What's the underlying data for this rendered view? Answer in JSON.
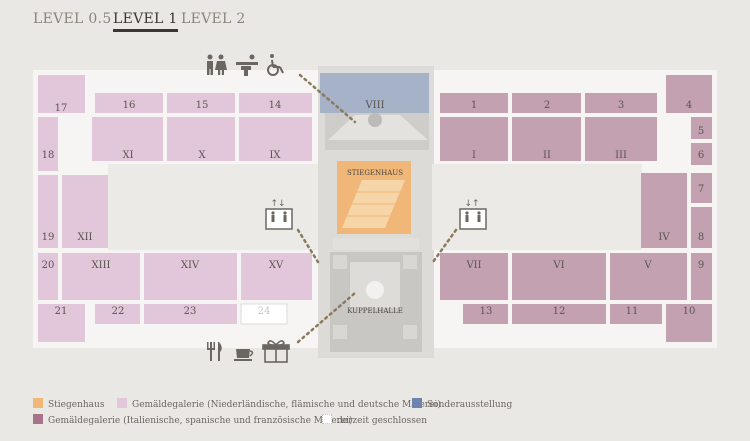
{
  "tabs": [
    {
      "label": "LEVEL 0.5",
      "active": false
    },
    {
      "label": "LEVEL 1",
      "active": true
    },
    {
      "label": "LEVEL 2",
      "active": false
    }
  ],
  "rooms": {
    "r17": "17",
    "r16": "16",
    "r15": "15",
    "r14": "14",
    "r18": "18",
    "rXI": "XI",
    "rX": "X",
    "rIX": "IX",
    "r19": "19",
    "rXII": "XII",
    "r20": "20",
    "rXIII": "XIII",
    "rXIV": "XIV",
    "rXV": "XV",
    "r21": "21",
    "r22": "22",
    "r23": "23",
    "r24": "24",
    "rVIII": "VIII",
    "r1": "1",
    "r2": "2",
    "r3": "3",
    "r4": "4",
    "rI": "I",
    "rII": "II",
    "rIII": "III",
    "r5": "5",
    "r6": "6",
    "r7": "7",
    "rIV": "IV",
    "r8": "8",
    "rVII": "VII",
    "rVI": "VI",
    "rV": "V",
    "r9": "9",
    "r13": "13",
    "r12": "12",
    "r11": "11",
    "r10": "10"
  },
  "labels": {
    "stiegenhaus": "STIEGENHAUS",
    "kuppelhalle": "KUPPELHALLE"
  },
  "icons": [
    "restroom-icon",
    "baby-changing-icon",
    "wheelchair-icon",
    "elevator-icon",
    "restaurant-icon",
    "cafe-icon",
    "gift-shop-icon"
  ],
  "colors": {
    "stiegenhaus": "#f0b779",
    "netherlandish": "#e2c6d9",
    "special": "#a6b2c8",
    "italian": "#c4a1b1",
    "closed": "#ffffff",
    "core": "#d8d6d3"
  },
  "legend": [
    {
      "label": "Stiegenhaus",
      "color": "#f0b779"
    },
    {
      "label": "Gemäldegalerie (Niederländische, flämische und deutsche Malerei)",
      "color": "#e2c6d9"
    },
    {
      "label": "Sonderausstellung",
      "color": "#6c84ae"
    },
    {
      "label": "Gemäldegalerie (Italienische, spanische und französische Malerei)",
      "color": "#a8748a"
    },
    {
      "label": "derzeit geschlossen",
      "color": "#ffffff"
    }
  ]
}
